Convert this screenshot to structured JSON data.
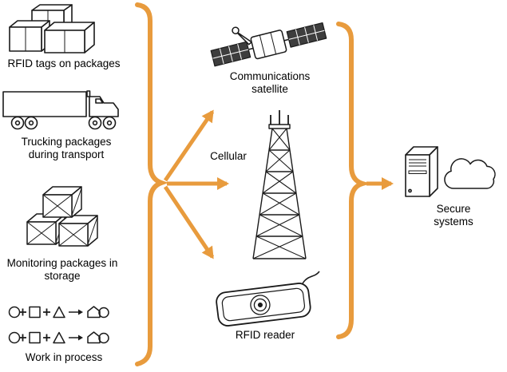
{
  "colors": {
    "accent": "#E89B3D",
    "line": "#1a1a1a"
  },
  "items": {
    "sources": [
      {
        "id": "packages",
        "icon": "packages-icon",
        "label": "RFID tags on packages"
      },
      {
        "id": "truck",
        "icon": "truck-icon",
        "label": "Trucking packages during transport"
      },
      {
        "id": "crates",
        "icon": "crates-icon",
        "label": "Monitoring packages in storage"
      },
      {
        "id": "work-in-process",
        "icon": "work-in-process-icon",
        "label": "Work in process"
      }
    ],
    "channels": [
      {
        "id": "satellite",
        "icon": "satellite-icon",
        "label": "Communications satellite"
      },
      {
        "id": "cellular",
        "icon": "cell-tower-icon",
        "label": "Cellular"
      },
      {
        "id": "rfid-reader",
        "icon": "rfid-reader-icon",
        "label": "RFID reader"
      }
    ],
    "destination": {
      "id": "secure-systems",
      "icon": "secure-systems-icon",
      "label": "Secure systems"
    }
  }
}
